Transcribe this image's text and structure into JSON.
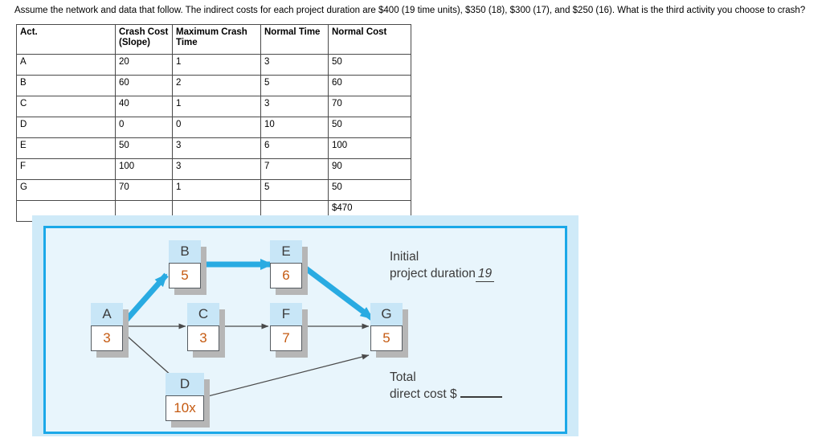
{
  "question": {
    "text": "Assume the network and data that follow.  The indirect costs for each project duration are $400 (19 time units), $350 (18), $300 (17), and $250 (16). What is the third activity you choose to crash?"
  },
  "table": {
    "headers": [
      "Act.",
      "Crash Cost (Slope)",
      "Maximum Crash Time",
      "Normal Time",
      "Normal Cost"
    ],
    "header_lines": [
      [
        "Act.",
        ""
      ],
      [
        "Crash Cost",
        "(Slope)"
      ],
      [
        "Maximum Crash",
        "Time"
      ],
      [
        "Normal Time",
        ""
      ],
      [
        "Normal Cost",
        ""
      ]
    ],
    "rows": [
      {
        "act": "A",
        "crash_cost": "20",
        "max_crash_time": "1",
        "normal_time": "3",
        "normal_cost": "50"
      },
      {
        "act": "B",
        "crash_cost": "60",
        "max_crash_time": "2",
        "normal_time": "5",
        "normal_cost": "60"
      },
      {
        "act": "C",
        "crash_cost": "40",
        "max_crash_time": "1",
        "normal_time": "3",
        "normal_cost": "70"
      },
      {
        "act": "D",
        "crash_cost": "0",
        "max_crash_time": "0",
        "normal_time": "10",
        "normal_cost": "50"
      },
      {
        "act": "E",
        "crash_cost": "50",
        "max_crash_time": "3",
        "normal_time": "6",
        "normal_cost": "100"
      },
      {
        "act": "F",
        "crash_cost": "100",
        "max_crash_time": "3",
        "normal_time": "7",
        "normal_cost": "90"
      },
      {
        "act": "G",
        "crash_cost": "70",
        "max_crash_time": "1",
        "normal_time": "5",
        "normal_cost": "50"
      }
    ],
    "total_row": {
      "act": "",
      "crash_cost": "",
      "max_crash_time": "",
      "normal_time": "",
      "normal_cost": "$470"
    }
  },
  "diagram": {
    "nodes": [
      {
        "id": "A",
        "letter": "A",
        "duration": "3"
      },
      {
        "id": "B",
        "letter": "B",
        "duration": "5"
      },
      {
        "id": "C",
        "letter": "C",
        "duration": "3"
      },
      {
        "id": "D",
        "letter": "D",
        "duration": "10x"
      },
      {
        "id": "E",
        "letter": "E",
        "duration": "6"
      },
      {
        "id": "F",
        "letter": "F",
        "duration": "7"
      },
      {
        "id": "G",
        "letter": "G",
        "duration": "5"
      }
    ],
    "edges": [
      {
        "from": "A",
        "to": "B",
        "highlighted": true
      },
      {
        "from": "B",
        "to": "E",
        "highlighted": true
      },
      {
        "from": "E",
        "to": "G",
        "highlighted": true
      },
      {
        "from": "A",
        "to": "C",
        "highlighted": false
      },
      {
        "from": "C",
        "to": "F",
        "highlighted": false
      },
      {
        "from": "F",
        "to": "G",
        "highlighted": false
      },
      {
        "from": "A",
        "to": "D",
        "highlighted": false
      },
      {
        "from": "D",
        "to": "G",
        "highlighted": false
      }
    ],
    "annotations": {
      "duration_label_line1": "Initial",
      "duration_label_line2": "project duration",
      "duration_value": "19",
      "cost_label_line1": "Total",
      "cost_label_line2": "direct cost",
      "cost_currency": "$",
      "cost_value": ""
    },
    "colors": {
      "critical_path": "#29ABE2",
      "node_header": "#c8e6f7",
      "panel_outer": "#cfeaf8",
      "panel_inner": "#e8f5fc",
      "frame_border": "#1ba8e8",
      "duration_text": "#c55a11"
    }
  }
}
